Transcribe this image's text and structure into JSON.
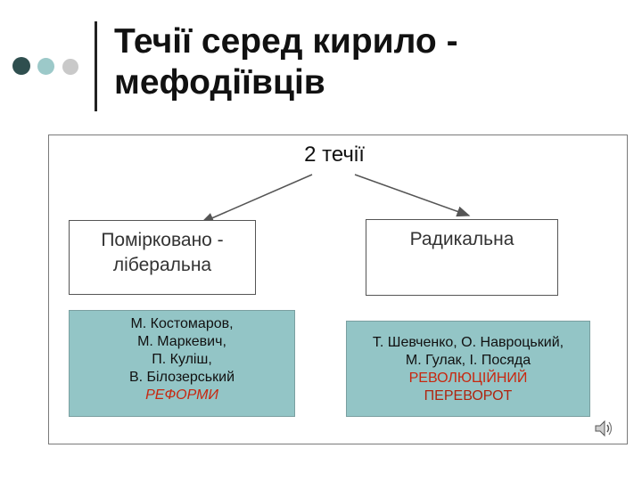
{
  "slide": {
    "title_line1": "Течії серед кирило -",
    "title_line2": "мефодіївців"
  },
  "diagram": {
    "heading": "2 течії",
    "left": {
      "label_line1": "Помірковано -",
      "label_line2": "ліберальна",
      "members": [
        "М. Костомаров,",
        "М. Маркевич,",
        "П. Куліш,",
        "В. Білозерський"
      ],
      "outcome": "РЕФОРМИ"
    },
    "right": {
      "label": "Радикальна",
      "members": [
        "Т. Шевченко, О. Навроцький,",
        "М. Гулак, І. Посяда"
      ],
      "outcome_line1": "РЕВОЛЮЦІЙНИЙ",
      "outcome_line2": "ПЕРЕВОРОТ"
    }
  },
  "colors": {
    "dot_dark": "#2f4f4f",
    "dot_mid": "#9cc9c9",
    "dot_light": "#c9c9c9",
    "box_fill": "#93c5c6",
    "outcome_red": "#c8270f"
  },
  "icons": {
    "bullets": "decorative-dots-icon",
    "audio": "speaker-icon"
  }
}
